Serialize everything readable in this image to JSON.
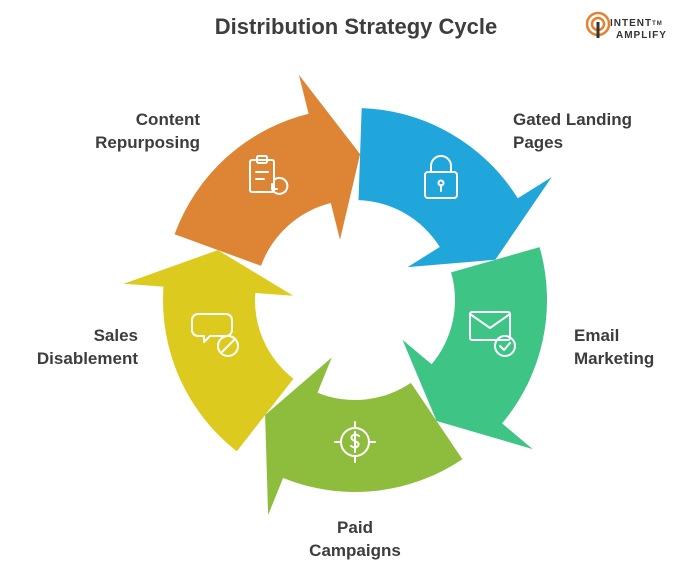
{
  "title": "Distribution Strategy Cycle",
  "logo": {
    "line1": "INTENT",
    "line2": "AMPLIFY",
    "tm": "TM"
  },
  "stages": [
    {
      "line1": "Content",
      "line2": "Repurposing",
      "color": "#de8435",
      "icon": "clipboard-refresh-icon"
    },
    {
      "line1": "Gated Landing",
      "line2": "Pages",
      "color": "#21a6db",
      "icon": "lock-icon"
    },
    {
      "line1": "Email",
      "line2": "Marketing",
      "color": "#3ec586",
      "icon": "envelope-check-icon"
    },
    {
      "line1": "Paid",
      "line2": "Campaigns",
      "color": "#8ebd3e",
      "icon": "dollar-target-icon"
    },
    {
      "line1": "Sales",
      "line2": "Disablement",
      "color": "#ddca1e",
      "icon": "chat-blocked-icon"
    }
  ]
}
